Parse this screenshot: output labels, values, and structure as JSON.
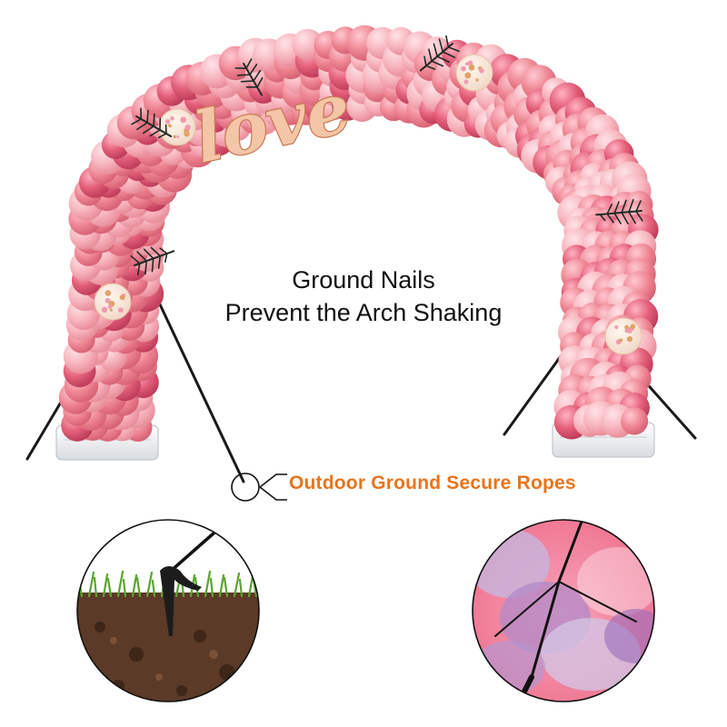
{
  "image": {
    "subject": "pink balloon arch kit with weighted bases, secure ropes and ground nails",
    "heading_lines": [
      "Ground Nails",
      "Prevent the Arch Shaking"
    ],
    "callout": "Outdoor Ground Secure Ropes",
    "balloon_lettering": "love",
    "colors": {
      "callout": "#e8741d",
      "balloon_light": "#f7b4bd",
      "balloon_mid": "#ee8593",
      "balloon_deep": "#e4607a",
      "foil": "#e9a986",
      "soil": "#5b3a27",
      "grass": "#5aa52f",
      "ink": "#111111"
    }
  }
}
